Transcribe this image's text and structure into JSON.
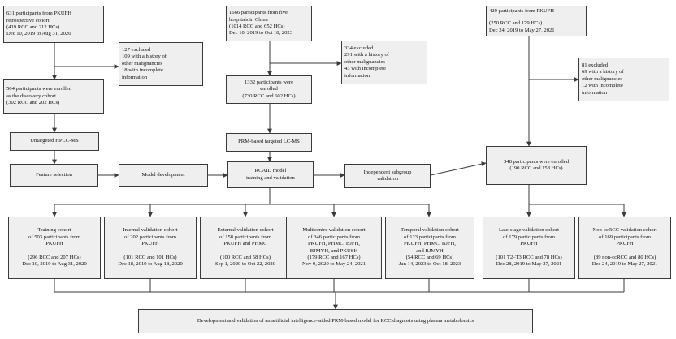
{
  "boxes": {
    "src1": [
      "631 participants from PKUFH",
      "retrospective cohort",
      "(419 RCC and 212 HCs)",
      "Dec 10, 2019 to Aug 31, 2020"
    ],
    "src2": [
      "1666 participants from five",
      "hospitals in China",
      "(1014 RCC and 652 HCs)",
      "Dec 10, 2019 to Oct 18, 2023"
    ],
    "src3": [
      "429 participants from PKUFH",
      "",
      "(250 RCC and 179 HCs)",
      "Dec 24, 2019 to May 27, 2021"
    ],
    "ex1": [
      "127 excluded",
      "109 with a history of",
      "other malignancies",
      "18 with incomplete",
      "information"
    ],
    "ex2": [
      "334 excluded",
      "291 with a history of",
      "other malignancies",
      "43 with incomplete",
      "information"
    ],
    "ex3": [
      "81 excluded",
      "69 with a history of",
      "other malignancies",
      "12 with incomplete",
      "information"
    ],
    "enr1": [
      "504 participants were enrolled",
      "as the discovery cohort",
      "(302 RCC and 202 HCs)"
    ],
    "enr2": [
      "1332 participants were",
      "enrolled",
      "(730 RCC and 602 HCs)"
    ],
    "untargeted": [
      "Untargeted HPLC-MS"
    ],
    "prm": [
      "PRM-based targeted LC-MS"
    ],
    "feature": [
      "Feature selection"
    ],
    "model": [
      "Model development"
    ],
    "rcaid": [
      "RCAID model",
      "training and validation"
    ],
    "subgroup": [
      "Independent subgroup",
      "validation"
    ],
    "enr3": [
      "348 participants were enrolled",
      "(190 RCC and 158 HCs)"
    ],
    "c1": [
      "Training cohort",
      "of 503 participants from",
      "PKUFH",
      "",
      "(296 RCC and 207 HCs)",
      "Dec 10, 2019 to Aug 31, 2020"
    ],
    "c2": [
      "Internal validation cohort",
      "of 202 participants from",
      "PKUFH",
      "",
      "(101 RCC and 101 HCs)",
      "Dec 18, 2019 to Aug 18, 2020"
    ],
    "c3": [
      "External validation cohort",
      "of 158 participants from",
      "PKUFH and PHMC",
      "",
      "(100 RCC and 58 HCs)",
      "Sep 1, 2020 to  Oct 22, 2020"
    ],
    "c4": [
      "Multicentre validation cohort",
      "of 346 participants from",
      "PKUFH, PHMC, BJFH,",
      "BJMYH, and PKUSH",
      "(179 RCC and 167 HCs)",
      "Nov 9, 2020 to May 24, 2021"
    ],
    "c5": [
      "Temporal validation cohort",
      "of 123 participants from",
      "PKUFH, PHMC, BJFH,",
      "and BJMYH",
      "(54 RCC and 69 HCs)",
      "Jun 14, 2023 to Oct 18, 2023"
    ],
    "c6": [
      "Late-stage validation cohort",
      "of 179 participants from",
      "PKUFH",
      "",
      "(101 T2–T3 RCC and 78 HCs)",
      "Dec 28, 2019 to May 27, 2021"
    ],
    "c7": [
      "Non-ccRCC validation cohort",
      "of 169 participants from",
      "PKUFH",
      "",
      "(89 non-ccRCC and 80 HCs)",
      "Dec 24, 2019 to May 27, 2021"
    ],
    "final": [
      "Development and validation of an artificial intelligence–aided PRM-based model for RCC diagnosis using plasma metabolomics"
    ]
  }
}
